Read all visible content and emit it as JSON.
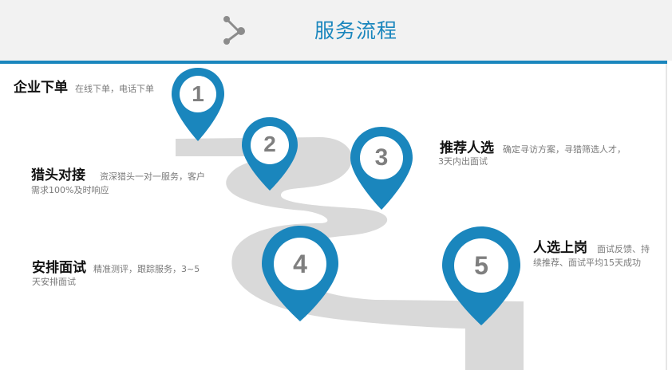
{
  "header": {
    "title": "服务流程",
    "icon": "share-icon",
    "accent_color": "#1a86bd"
  },
  "steps": [
    {
      "number": "1",
      "title": "企业下单",
      "desc": "在线下单，电话下单"
    },
    {
      "number": "2",
      "title": "猎头对接",
      "desc_line1": "资深猎头一对一服务，客户",
      "desc_line2": "需求100%及时响应"
    },
    {
      "number": "3",
      "title": "推荐人选",
      "desc_line1": "确定寻访方案，寻猎筛选人才，",
      "desc_line2": "3天内出面试"
    },
    {
      "number": "4",
      "title": "安排面试",
      "desc_line1": "精准测评，跟踪服务，3~5",
      "desc_line2": "天安排面试"
    },
    {
      "number": "5",
      "title": "人选上岗",
      "desc_line1": "面试反馈、持",
      "desc_line2": "续推荐、面试平均15天成功"
    }
  ],
  "colors": {
    "pin": "#1a86bd",
    "road": "#d9d9d9",
    "number": "#7f7f7f"
  }
}
